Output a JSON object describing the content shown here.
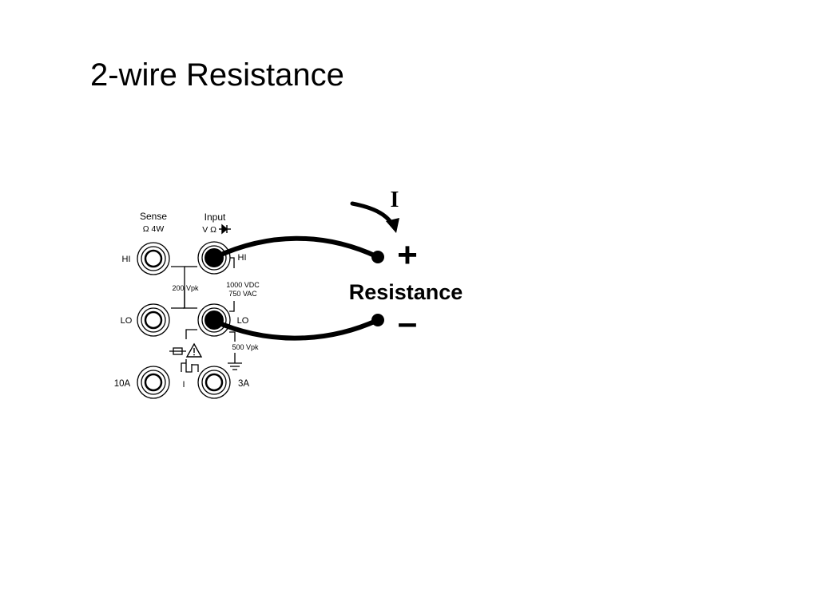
{
  "slide": {
    "title": "2-wire Resistance"
  },
  "panel": {
    "sense_label": "Sense",
    "sense_sub": "Ω 4W",
    "input_label": "Input",
    "input_sub": "V Ω",
    "hi_left": "HI",
    "hi_right": "HI",
    "lo_left": "LO",
    "lo_right": "LO",
    "rating_200": "200 Vpk",
    "rating_1000": "1000 VDC",
    "rating_750": "750 VAC",
    "rating_500": "500 Vpk",
    "label_10a": "10A",
    "label_3a": "3A",
    "label_i": "I"
  },
  "circuit": {
    "current_label": "I",
    "plus_sign": "+",
    "minus_sign": "–",
    "component_label": "Resistance"
  },
  "colors": {
    "wire": "#000000",
    "panel_line": "#000000",
    "background": "#ffffff"
  }
}
